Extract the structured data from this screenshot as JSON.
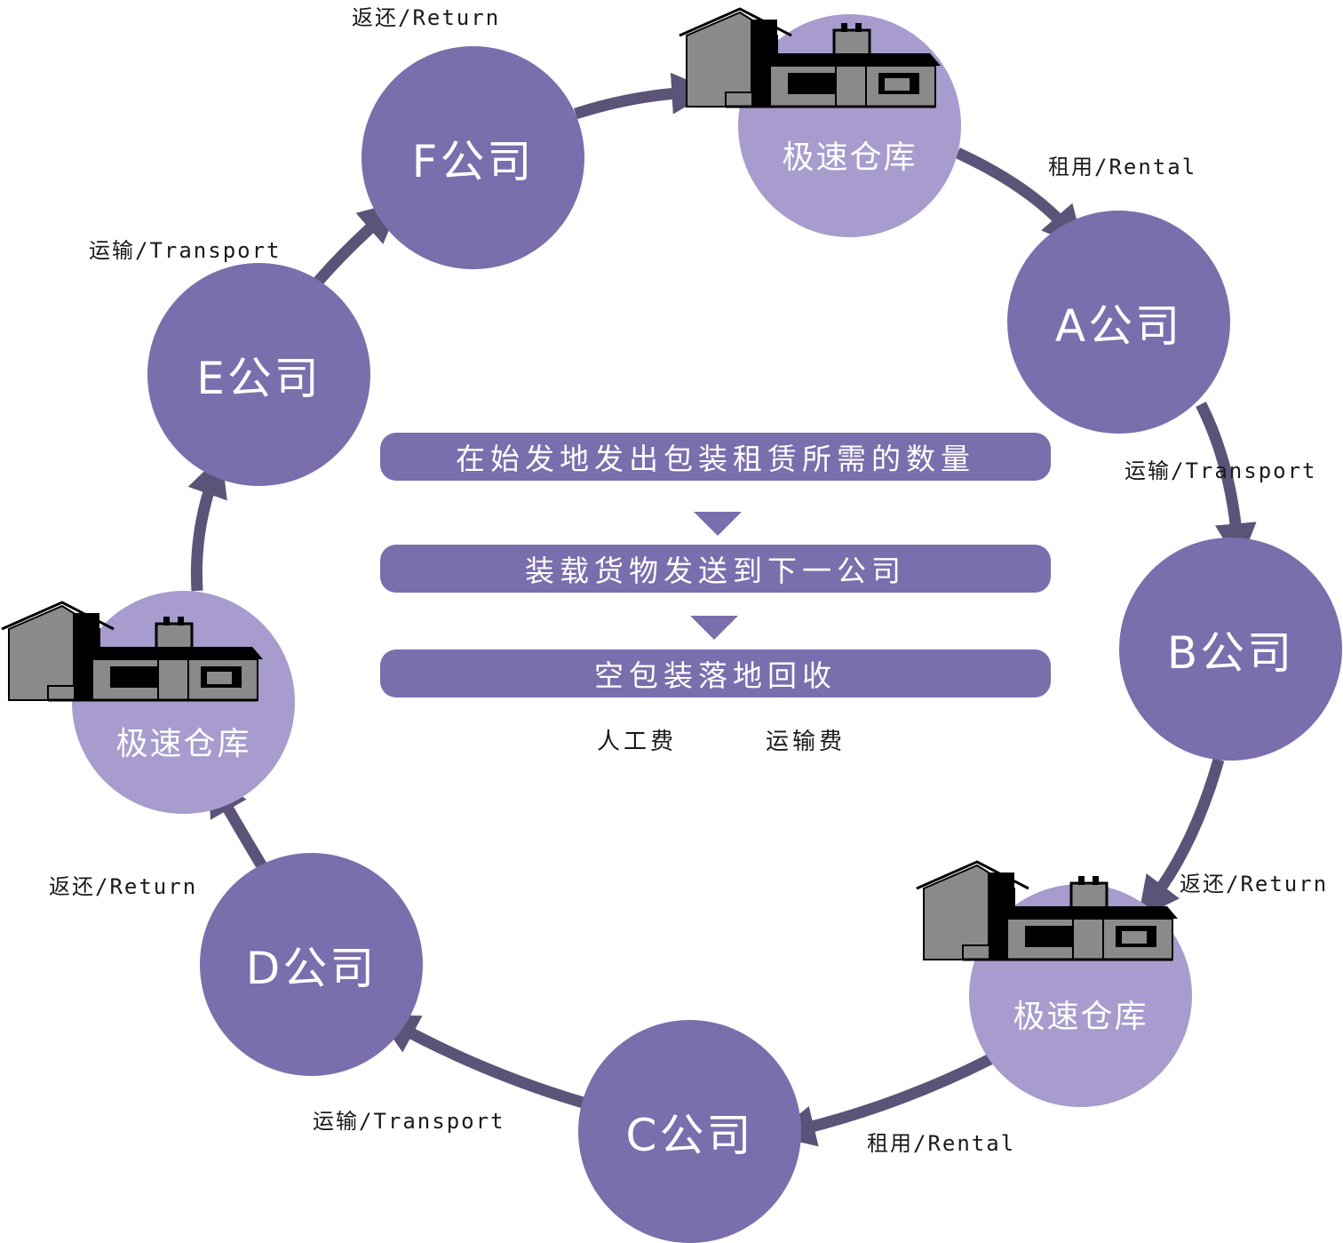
{
  "colors": {
    "company": "#7a6ead",
    "warehouse": "#a79ccd",
    "arrow": "#5c5478"
  },
  "companies": {
    "a": "A公司",
    "b": "B公司",
    "c": "C公司",
    "d": "D公司",
    "e": "E公司",
    "f": "F公司"
  },
  "warehouses": {
    "top": "极速仓库",
    "left": "极速仓库",
    "bottom_right": "极速仓库"
  },
  "edges": {
    "f_to_warehouse": "返还/Return",
    "warehouse_to_a": "租用/Rental",
    "a_to_b": "运输/Transport",
    "b_to_warehouse": "返还/Return",
    "warehouse_to_c": "租用/Rental",
    "c_to_d": "运输/Transport",
    "d_to_warehouse": "返还/Return",
    "e_to_f": "运输/Transport"
  },
  "steps": [
    "在始发地发出包装租赁所需的数量",
    "装载货物发送到下一公司",
    "空包装落地回收"
  ],
  "costs": {
    "labor": "人工费",
    "transport": "运输费"
  }
}
